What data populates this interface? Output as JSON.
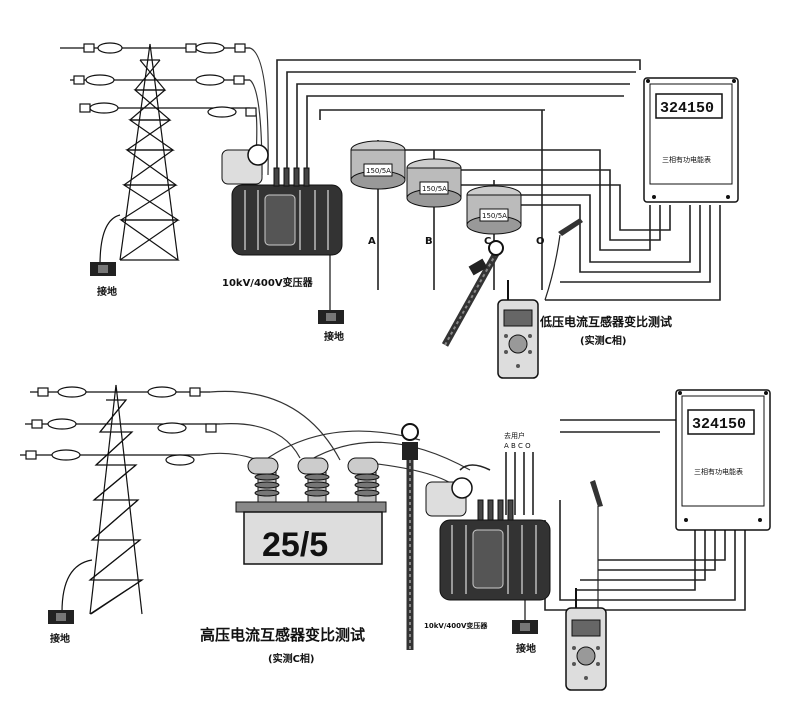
{
  "top": {
    "meter_reading": "324150",
    "meter_label": "三相有功电能表",
    "ground_label": "接地",
    "transformer_label": "10kV/400V变压器",
    "ct_rating": "150/5A",
    "phase_labels": [
      "A",
      "B",
      "C",
      "O"
    ],
    "test_title": "低压电流互感器变比测试",
    "test_subtitle": "(实测C相)"
  },
  "bottom": {
    "meter_reading": "324150",
    "meter_label": "三相有功电能表",
    "ground_label": "接地",
    "transformer_label": "10kV/400V变压器",
    "ratio": "25/5",
    "user_label": "去用户",
    "user_phases": "A B C O",
    "test_title": "高压电流互感器变比测试",
    "test_subtitle": "(实测C相)"
  }
}
